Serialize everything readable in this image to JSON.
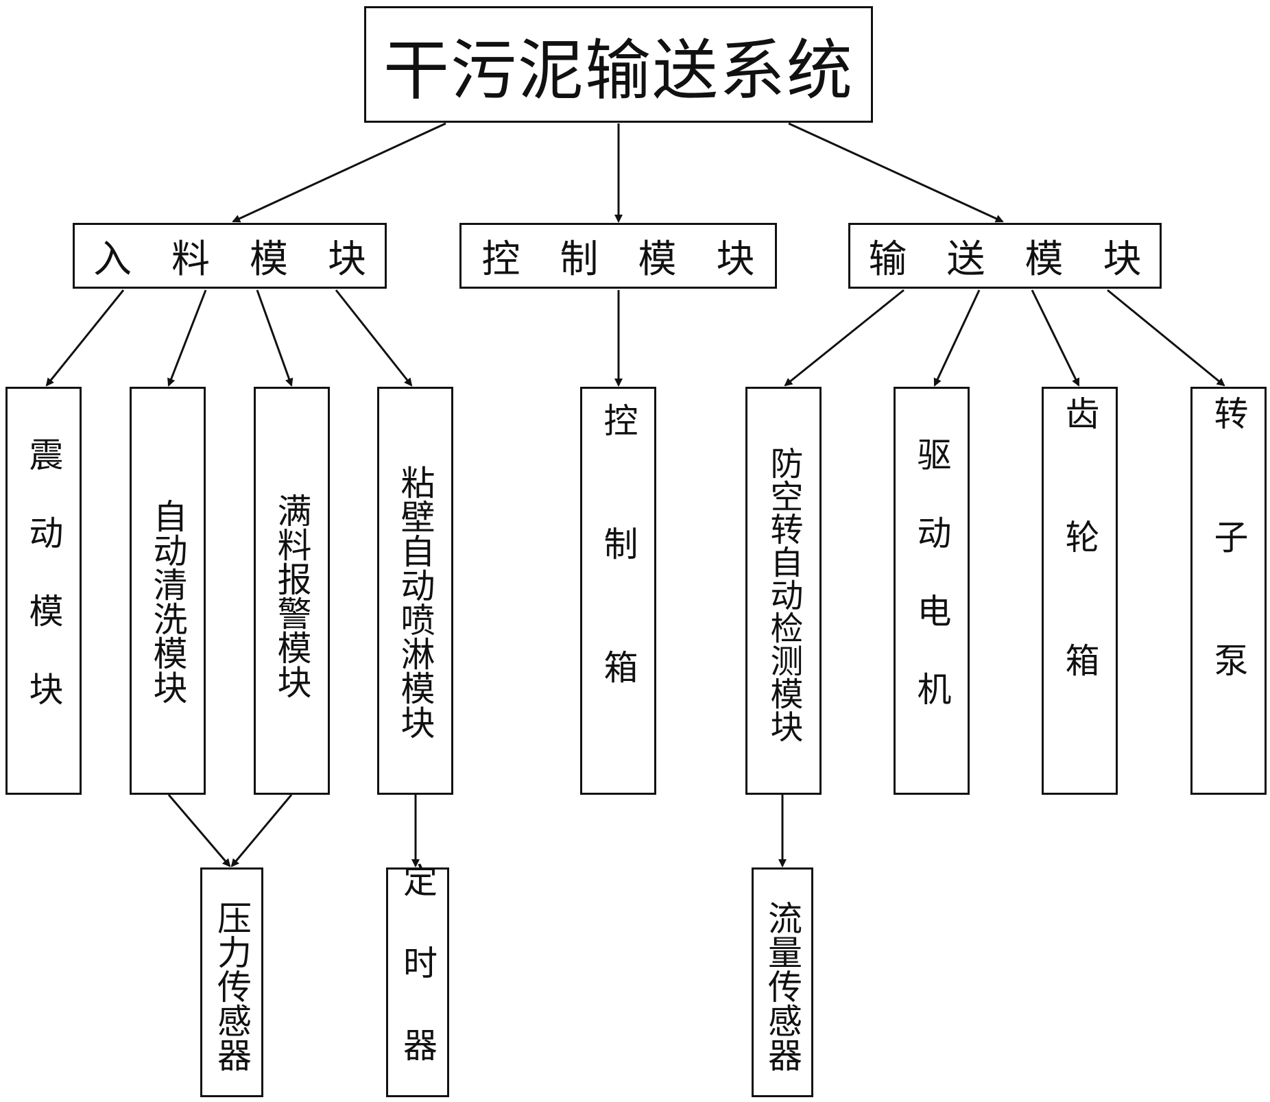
{
  "title": "干污泥输送系统",
  "modules": {
    "intake": "入料模块",
    "control": "控制模块",
    "conveying": "输送模块"
  },
  "components": {
    "vibration": "震动模块",
    "auto_cleaning": "自动清洗模块",
    "full_alarm": "满料报警模块",
    "wall_spray": "粘壁自动喷淋模块",
    "control_box": "控制箱",
    "anti_idle_detect": "防空转自动检测模块",
    "drive_motor": "驱动电机",
    "gearbox": "齿轮箱",
    "rotor_pump": "转子泵"
  },
  "sensors": {
    "pressure": "压力传感器",
    "timer": "定时器",
    "flow": "流量传感器"
  }
}
